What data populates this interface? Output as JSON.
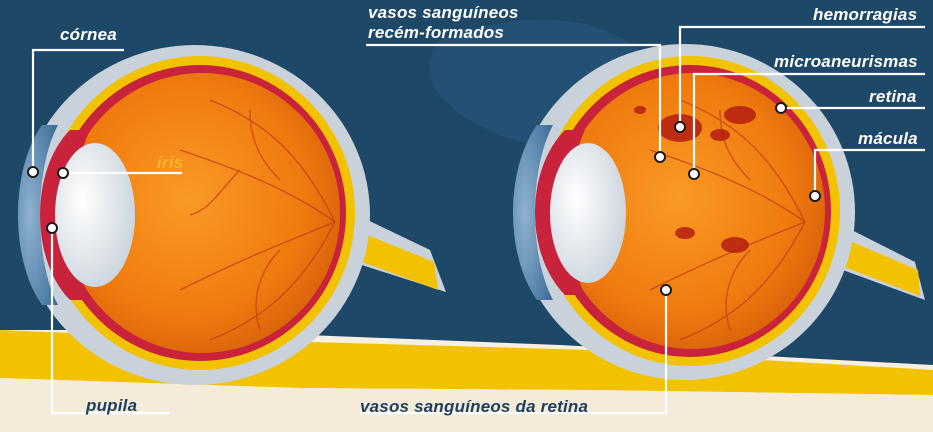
{
  "labels": {
    "cornea": "córnea",
    "iris": "íris",
    "pupila": "pupila",
    "vasos_novos_1": "vasos sanguíneos",
    "vasos_novos_2": "recém-formados",
    "hemorragias": "hemorragias",
    "microaneurismas": "microaneurismas",
    "retina": "retina",
    "macula": "mácula",
    "vasos_retina": "vasos sanguíneos da retina"
  },
  "colors": {
    "background_navy": "#1e4868",
    "background_cream": "#f6efe2",
    "accent_yellow": "#f2c200",
    "eye_orange": "#f27a0c",
    "sclera_red": "#c8233a",
    "lens_white": "#f4f4f4",
    "leader_line": "#ffffff"
  }
}
